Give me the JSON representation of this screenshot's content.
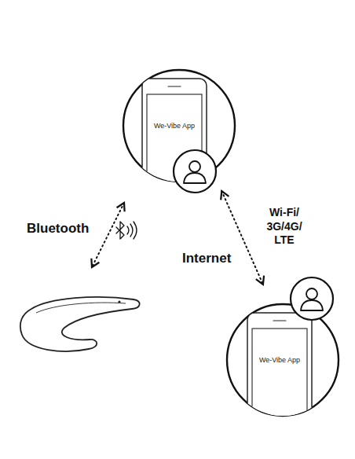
{
  "diagram": {
    "nodes": [
      {
        "text": [
          "We-Vibe App"
        ]
      },
      {
        "text": [
          "We-Vibe App"
        ]
      }
    ],
    "edges": [
      {
        "from": 0,
        "to": 1,
        "arrow": "both"
      }
    ],
    "labels": [
      "Bluetooth",
      "Wi-Fi/ 3G/4G/ LTE",
      "Internet"
    ]
  }
}
